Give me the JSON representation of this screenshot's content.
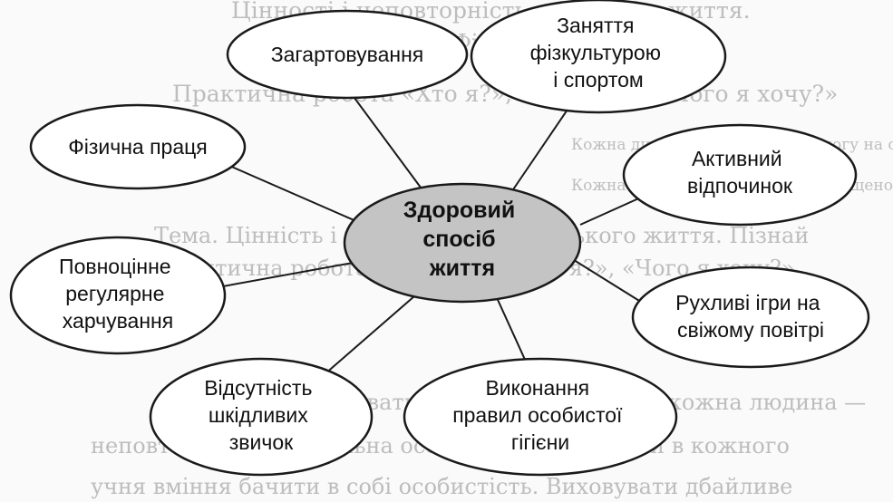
{
  "diagram": {
    "center": {
      "lines": [
        "Здоровий",
        "спосіб",
        "життя"
      ],
      "fill": "#c4c4c4"
    },
    "nodes": [
      {
        "id": "zahartovuvannia",
        "lines": [
          "Загартовування"
        ]
      },
      {
        "id": "zaniattia-fizkulturoiu",
        "lines": [
          "Заняття",
          "фізкультурою",
          "і спортом"
        ]
      },
      {
        "id": "fizychna-pratsia",
        "lines": [
          "Фізична праця"
        ]
      },
      {
        "id": "aktyvnyi-vidpochynok",
        "lines": [
          "Активний",
          "відпочинок"
        ]
      },
      {
        "id": "povnotsinne-kharchuvannia",
        "lines": [
          "Повноцінне",
          "регулярне",
          "харчування"
        ]
      },
      {
        "id": "rukhlyvi-ihry",
        "lines": [
          "Рухливі ігри на",
          "свіжому повітрі"
        ]
      },
      {
        "id": "vidsutnist-zvychok",
        "lines": [
          "Відсутність",
          "шкідливих",
          "звичок"
        ]
      },
      {
        "id": "vykonannia-hihiieny",
        "lines": [
          "Виконання",
          "правил особистої",
          "гігієни"
        ]
      }
    ],
    "colors": {
      "ellipse_fill": "#ffffff",
      "stroke": "#1a1a1a",
      "background": "#fafafa",
      "bleed_text": "#bdbdbd"
    }
  },
  "background_text": [
    {
      "id": "bg-1",
      "text": "Цінності і неповторність людського життя."
    },
    {
      "id": "bg-2",
      "text": "Фізичні ребе."
    },
    {
      "id": "bg-3",
      "text": "Практична робота «Хто я?», «Який я?», «Чого я хочу?»"
    },
    {
      "id": "bg-4",
      "text": "Тема. Цінність і неповторність людського життя. Пізнай"
    },
    {
      "id": "bg-5",
      "text": "себе. Практична робота «Хто я?», «Який я?», «Чого я хочу?»"
    },
    {
      "id": "bg-6",
      "text": "Мета: Формувати уявлення про те, що кожна людина —"
    },
    {
      "id": "bg-7",
      "text": "неповторна й оригінальна особистість, розвивати в кожного"
    },
    {
      "id": "bg-8",
      "text": "учня вміння бачити в собі особистість. Виховувати дбайливе"
    },
    {
      "id": "bg-9",
      "text": "Кожна дитина повинна мати змогу на своє здоров'я."
    },
    {
      "id": "bg-10",
      "text": "Кожна людина повинна бути захищеною."
    }
  ]
}
